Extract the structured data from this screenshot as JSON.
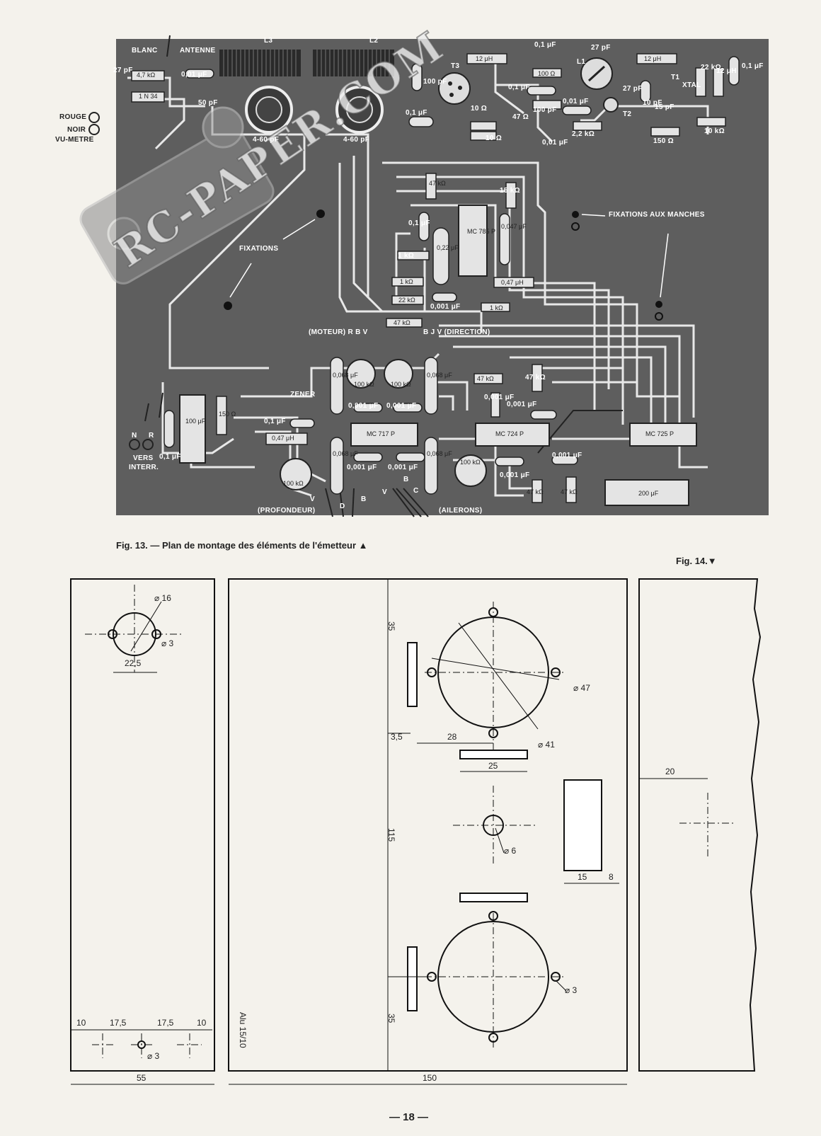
{
  "fig13": {
    "top_labels": {
      "blanc": "BLANC",
      "antenne": "ANTENNE",
      "l3": "L3",
      "l2": "L2",
      "l1": "L1",
      "t1": "T1",
      "t2": "T2",
      "t3": "T3"
    },
    "left_labels": {
      "rouge": "ROUGE",
      "noir": "NOIR",
      "vumetre": "VU-METRE",
      "n": "N",
      "r": "R",
      "vers": "VERS",
      "interr": "INTERR.",
      "zener": "ZENER"
    },
    "component_values": {
      "c27pf_a": "27 pF",
      "r47k_a": "4,7 kΩ",
      "c001_ant": "0,01 μF",
      "d1n34": "1 N 34",
      "c50pf": "50 pF",
      "c460_a": "4-60 pF",
      "c460_b": "4-60 pF",
      "c100pf_a": "100 pF",
      "c01_a": "0,1 μF",
      "l12uh_a": "12 μH",
      "c01_b": "0,1 μF",
      "r100": "100 Ω",
      "c01_c": "0,1 μF",
      "c100pf_b": "100 pF",
      "c001_b": "0,01 μF",
      "c27pf_b": "27 pF",
      "l12uh_b": "12 μH",
      "c27pf_c": "27 pF",
      "c10pf": "10 pF",
      "xtal": "XTAL",
      "r22k": "22 kΩ",
      "l12uh_c": "12 μH",
      "c01_d": "0,1 μF",
      "c15pf": "15 pF",
      "r10k_a": "10 kΩ",
      "r150_a": "150 Ω",
      "r22k_b": "2,2 kΩ",
      "r47_a": "47 Ω",
      "r10_a": "10 Ω",
      "r10_b": "10 Ω",
      "c001_c": "0,01 μF",
      "r47k_b": "47 kΩ",
      "r15k": "15 kΩ",
      "c01_e": "0,1 μF",
      "c047": "0,047 μF",
      "c022": "0,22 μF",
      "r1k_a": "1 kΩ",
      "r1k_b": "1 kΩ",
      "r22k_c": "22 kΩ",
      "r47k_c": "47 kΩ",
      "l047": "0,47 μH",
      "r1k_c": "1 kΩ",
      "c0001_a": "0,001 μF",
      "mc785": "MC 785 P",
      "moteur": "(MOTEUR) R B V",
      "direction": "B J V (DIRECTION)",
      "c0068_a": "0,068 μF",
      "r100k_a": "100 kΩ",
      "r100k_b": "100 kΩ",
      "c0068_b": "0,068 μF",
      "c0001_b": "0,001 μF",
      "c0001_c": "0,001 μF",
      "mc717": "MC 717 P",
      "c0068_c": "0,068 μF",
      "c0001_d": "0,001 μF",
      "c0001_e": "0,001 μF",
      "c0068_d": "0,068 μF",
      "r100k_c": "100 kΩ",
      "r100k_d": "100 kΩ",
      "c01_f": "0,1 μF",
      "l047_b": "0,47 μH",
      "c100uf": "100 μF",
      "r150_b": "150 Ω",
      "c01_g": "0,1 μF",
      "r47k_d": "47 kΩ",
      "r47k_e": "47 kΩ",
      "c0001_f": "0,001 μF",
      "c0001_g": "0,001 μF",
      "mc724": "MC 724 P",
      "mc725": "MC 725 P",
      "c0001_h": "0,001 μF",
      "c0001_i": "0,001 μF",
      "r47k_f": "47 kΩ",
      "r47k_g": "47 kΩ",
      "c200uf": "200 μF",
      "wire_v1": "V",
      "wire_d": "D",
      "wire_b1": "B",
      "wire_v2": "V",
      "wire_b2": "B",
      "wire_c": "C",
      "profondeur": "(PROFONDEUR)",
      "ailerons": "(AILERONS)"
    },
    "fixations": "FIXATIONS",
    "fixations_manches": "FIXATIONS AUX MANCHES",
    "watermark": "RC-PAPER.COM",
    "caption": "Fig. 13. — Plan de montage des éléments de l'émetteur ▲"
  },
  "fig14": {
    "caption": "Fig. 14.▼",
    "left_panel": {
      "d16": "⌀ 16",
      "d3": "⌀ 3",
      "w225": "22,5",
      "d10a": "10",
      "d175a": "17,5",
      "d175b": "17,5",
      "d10b": "10",
      "d3b": "⌀ 3",
      "w55": "55"
    },
    "center_panel": {
      "h35a": "35",
      "w35": "3,5",
      "w28": "28",
      "d47": "⌀ 47",
      "d41": "⌀ 41",
      "w25": "25",
      "h115": "115",
      "d6": "⌀ 6",
      "w15": "15",
      "w8": "8",
      "d3": "⌀ 3",
      "h35b": "35",
      "alu": "Alu 15/10",
      "w150": "150"
    },
    "right_panel": {
      "w20": "20"
    }
  },
  "page_number": "— 18 —"
}
